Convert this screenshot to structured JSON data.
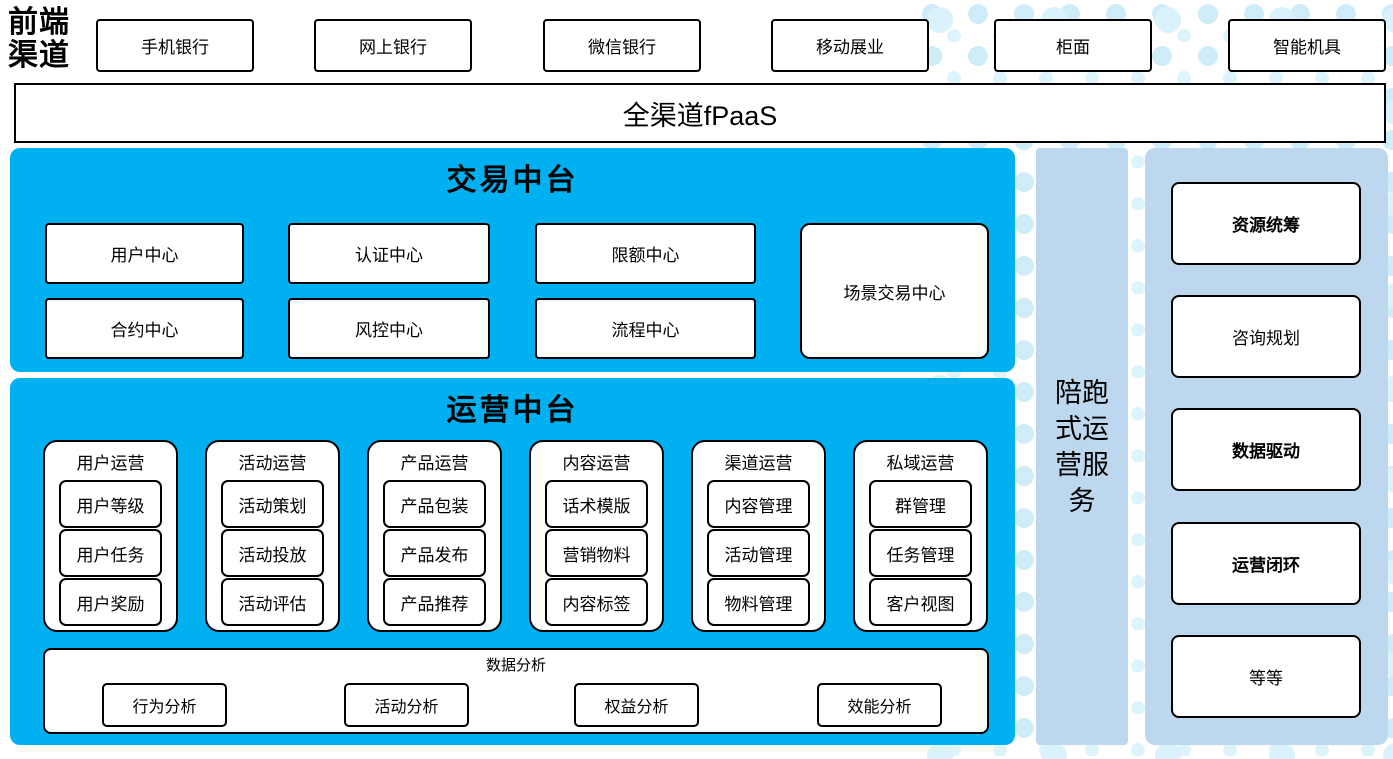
{
  "colors": {
    "accent_blue": "#00B0F0",
    "panel_blue": "#BDD7EE",
    "dot_pattern": "#D3EEFA",
    "box_border": "#000000"
  },
  "front_channels": {
    "label": "前端渠道",
    "items": [
      "手机银行",
      "网上银行",
      "微信银行",
      "移动展业",
      "柜面",
      "智能机具"
    ]
  },
  "fpaas": {
    "label": "全渠道fPaaS"
  },
  "trading": {
    "title": "交易中台",
    "row1": [
      "用户中心",
      "认证中心",
      "限额中心"
    ],
    "row2": [
      "合约中心",
      "风控中心",
      "流程中心"
    ],
    "tall_box": "场景交易中心"
  },
  "operations": {
    "title": "运营中台",
    "columns": [
      {
        "title": "用户运营",
        "items": [
          "用户等级",
          "用户任务",
          "用户奖励"
        ]
      },
      {
        "title": "活动运营",
        "items": [
          "活动策划",
          "活动投放",
          "活动评估"
        ]
      },
      {
        "title": "产品运营",
        "items": [
          "产品包装",
          "产品发布",
          "产品推荐"
        ]
      },
      {
        "title": "内容运营",
        "items": [
          "话术模版",
          "营销物料",
          "内容标签"
        ]
      },
      {
        "title": "渠道运营",
        "items": [
          "内容管理",
          "活动管理",
          "物料管理"
        ]
      },
      {
        "title": "私域运营",
        "items": [
          "群管理",
          "任务管理",
          "客户视图"
        ]
      }
    ],
    "analysis": {
      "title": "数据分析",
      "items": [
        "行为分析",
        "活动分析",
        "权益分析",
        "效能分析"
      ]
    }
  },
  "sidebar": {
    "label": "陪跑式运营服务"
  },
  "right_panel": {
    "items": [
      "资源统筹",
      "咨询规划",
      "数据驱动",
      "运营闭环",
      "等等"
    ]
  }
}
